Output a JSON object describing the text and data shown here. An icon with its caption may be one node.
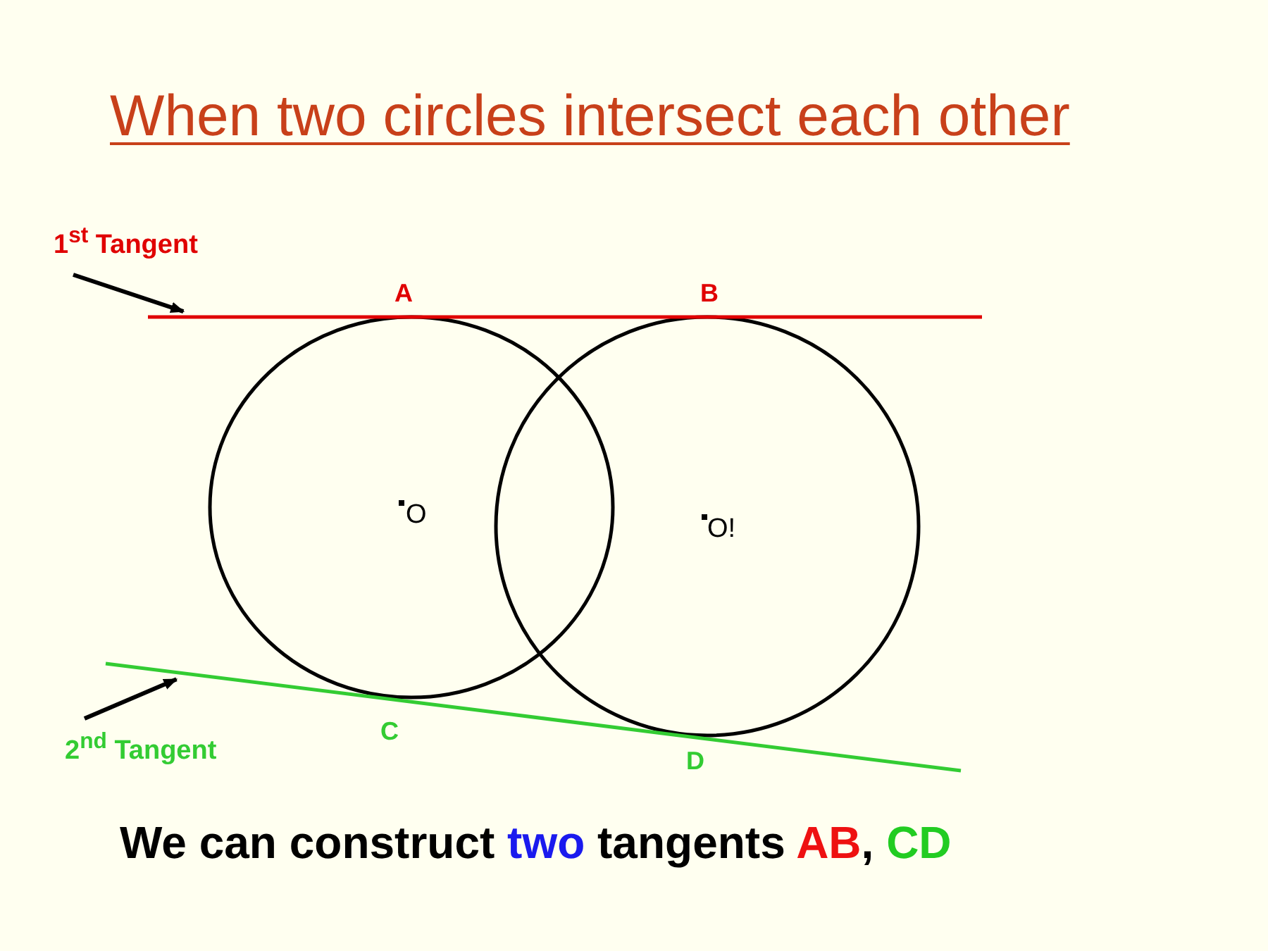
{
  "diagram": {
    "title": "When two circles intersect each other",
    "nodes": [
      {
        "text": [
          "1$^{st}$ Tangent"
        ]
      },
      {
        "text": [],
        "shape": "line"
      },
      {
        "text": [
          "2$^{nd}$ Tangent"
        ]
      },
      {
        "text": [],
        "shape": "line"
      }
    ],
    "edges": [
      {
        "from": 0,
        "to": 1,
        "arrow": "to"
      },
      {
        "from": 2,
        "to": 3,
        "arrow": "to"
      }
    ],
    "labels": [
      "A",
      "B",
      "O",
      "O!",
      "C",
      "D"
    ],
    "caption": "We can construct two tangents AB, CD"
  }
}
